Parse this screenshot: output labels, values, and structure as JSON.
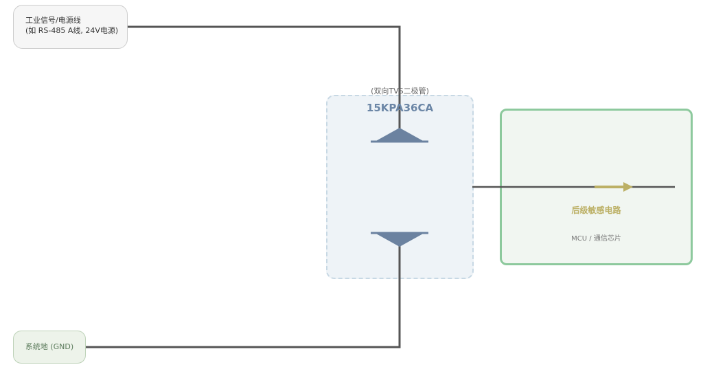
{
  "signal_box": {
    "line1": "工业信号/电源线",
    "line2": "(如 RS-485 A线, 24V电源)"
  },
  "ground_box": {
    "label": "系统地 (GND)"
  },
  "tvs": {
    "note": "(双向TVS二极管)",
    "model": "15KPA36CA"
  },
  "circuit_box": {
    "title": "后级敏感电路",
    "subtitle": "MCU / 通信芯片"
  },
  "colors": {
    "wire": "#555555",
    "diode": "#6b82a0",
    "arrow": "#bcb065",
    "tvs_border": "#c7d8e4",
    "circuit_border": "#8dc99d"
  },
  "icons": {
    "diode_top": "triangle-up-icon",
    "diode_bottom": "triangle-down-icon",
    "signal_arrow": "arrow-right-icon"
  }
}
